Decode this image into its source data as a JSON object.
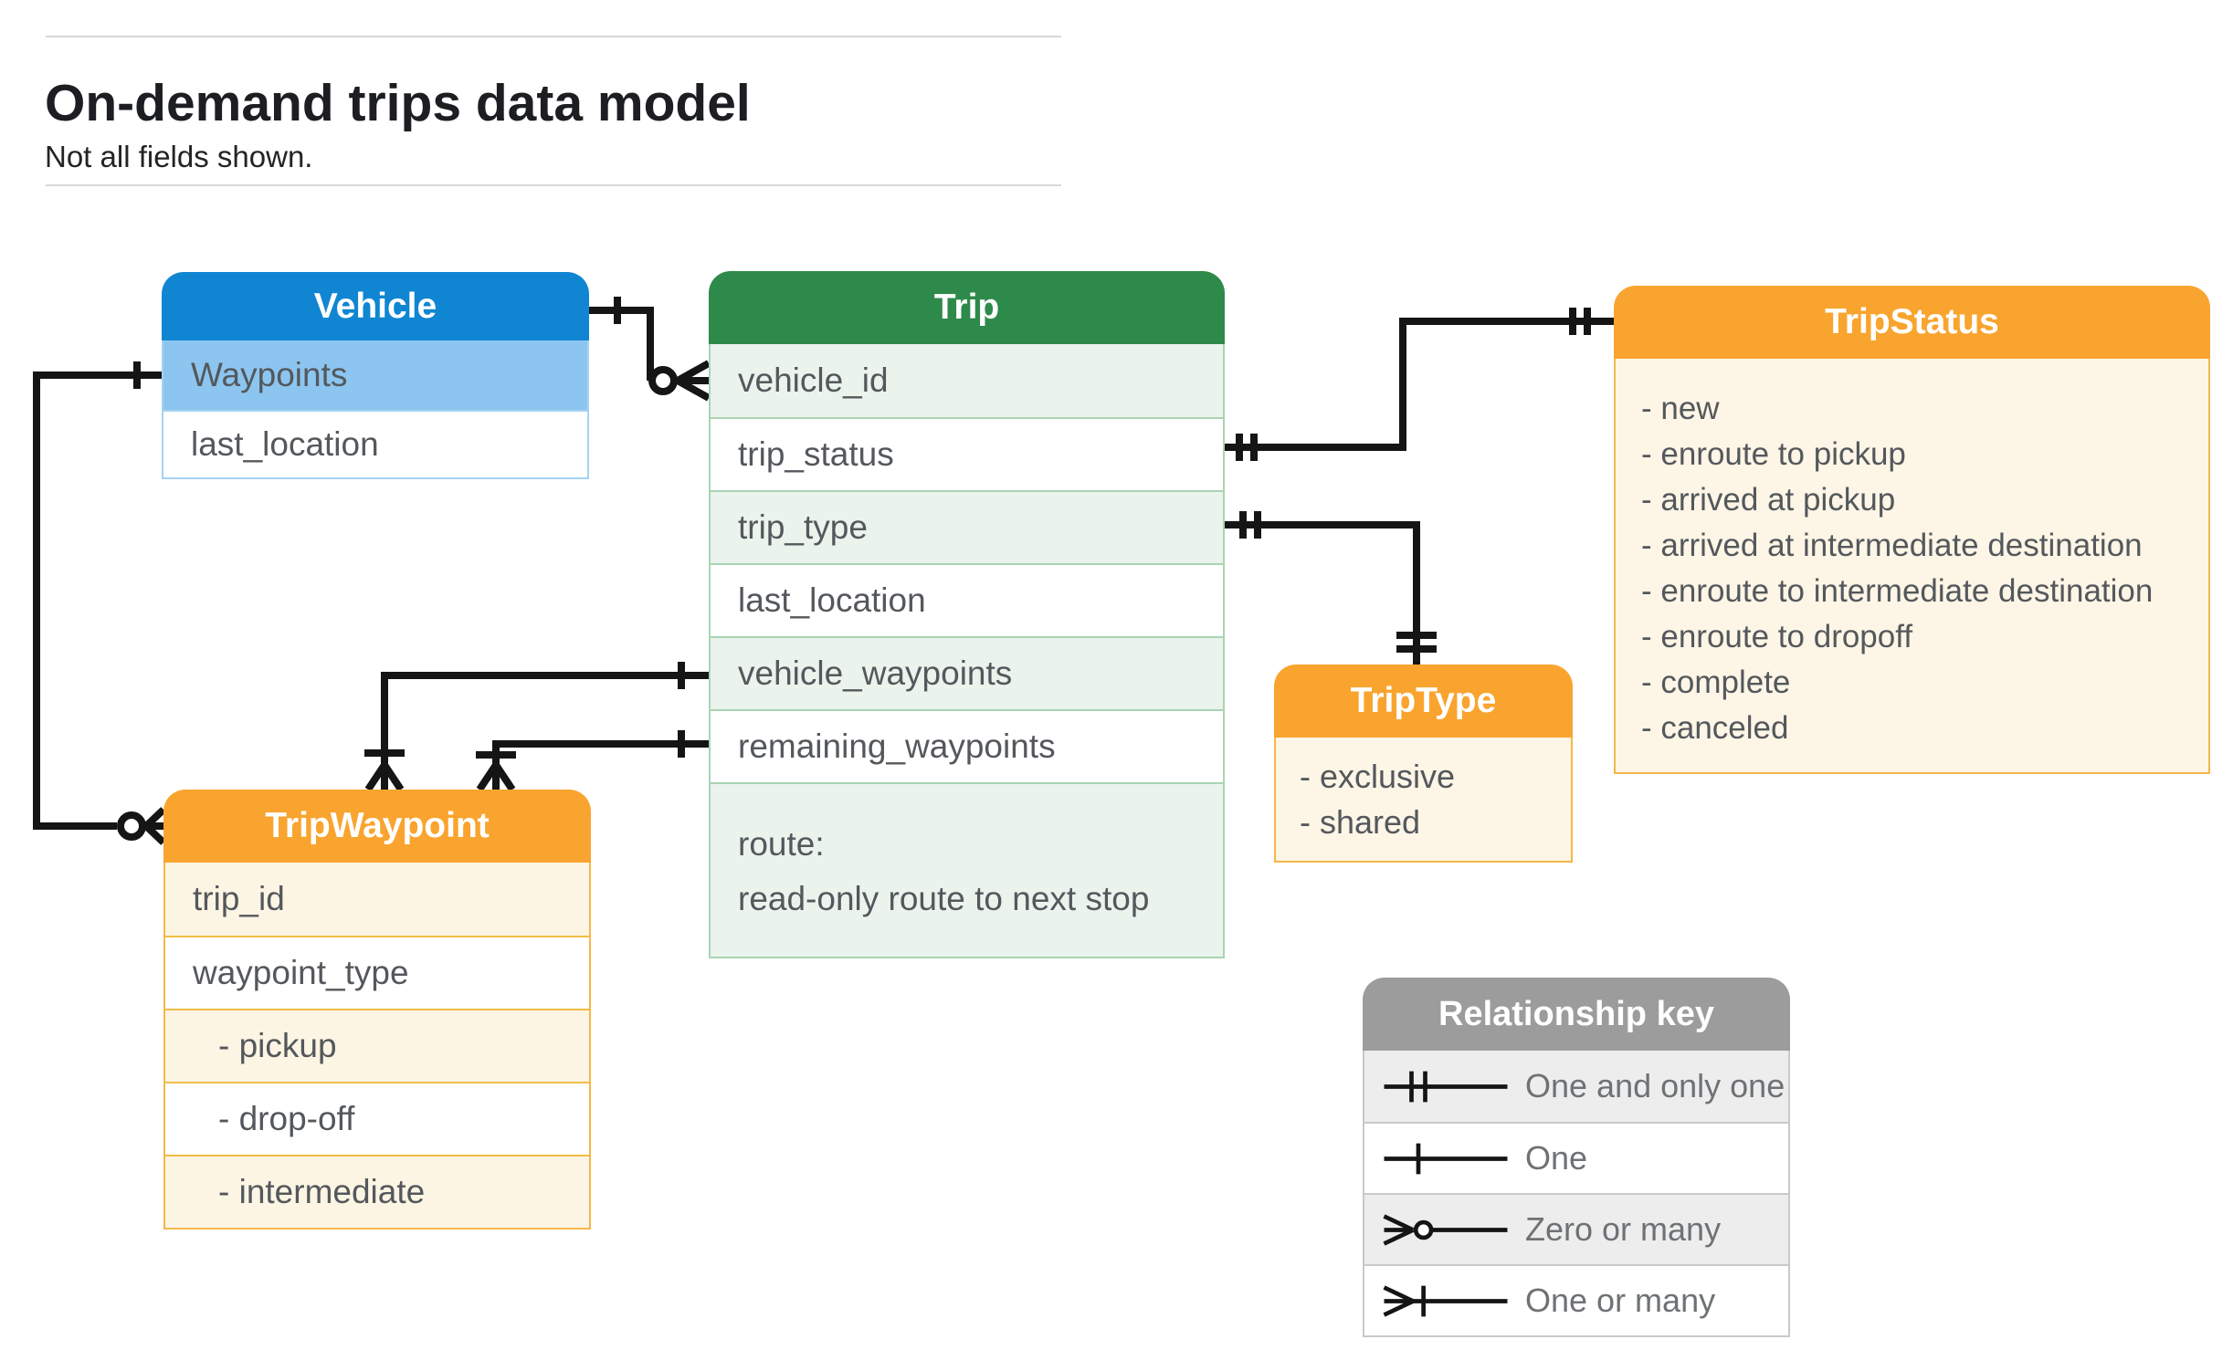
{
  "page": {
    "title": "On-demand trips data model",
    "subtitle": "Not all fields shown."
  },
  "tables": {
    "vehicle": {
      "title": "Vehicle",
      "rows": [
        "Waypoints",
        "last_location"
      ]
    },
    "trip": {
      "title": "Trip",
      "rows": [
        "vehicle_id",
        "trip_status",
        "trip_type",
        "last_location",
        "vehicle_waypoints",
        "remaining_waypoints"
      ],
      "route_row": {
        "line1": "route:",
        "line2": "read-only route to next stop"
      }
    },
    "trip_status": {
      "title": "TripStatus",
      "items": [
        "- new",
        "- enroute to pickup",
        "- arrived at pickup",
        "- arrived at intermediate destination",
        "- enroute to intermediate destination",
        "- enroute to dropoff",
        "- complete",
        "- canceled"
      ]
    },
    "trip_type": {
      "title": "TripType",
      "items": [
        "- exclusive",
        "- shared"
      ]
    },
    "trip_waypoint": {
      "title": "TripWaypoint",
      "rows": [
        "trip_id",
        "waypoint_type",
        "- pickup",
        "- drop-off",
        "- intermediate"
      ]
    }
  },
  "legend": {
    "title": "Relationship key",
    "entries": [
      {
        "symbol": "one-and-only-one",
        "label": "One and only one"
      },
      {
        "symbol": "one",
        "label": "One"
      },
      {
        "symbol": "zero-or-many",
        "label": "Zero or many"
      },
      {
        "symbol": "one-or-many",
        "label": "One or many"
      }
    ]
  },
  "colors": {
    "blue_header": "#1086d2",
    "blue_tint": "#8cc5ef",
    "green_header": "#2e8a4a",
    "green_tint": "#eaf3ec",
    "orange_header": "#f9a42e",
    "orange_tint": "#fdf5e6",
    "gray_header": "#9c9c9c",
    "gray_tint": "#ededed",
    "connector": "#151515",
    "row_text": "#54585c"
  }
}
